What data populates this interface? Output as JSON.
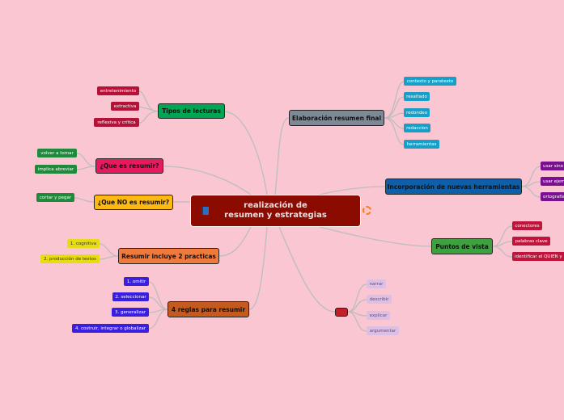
{
  "central": {
    "title": "realización de resumen y estrategias",
    "icon": "book-icon",
    "side_icon": "refresh-icon"
  },
  "branches": {
    "tipos": {
      "label": "Tipos de lecturas",
      "color": "#00a651",
      "children": [
        "entretenimiento",
        "extractiva",
        "reflexiva y crítica"
      ],
      "child_color": "#b5123a"
    },
    "que_es": {
      "label": "¿Que es resumir?",
      "color": "#e8195f",
      "children": [
        "volver a tomar",
        "implica abreviar"
      ],
      "child_color": "#1e8a3c"
    },
    "que_no": {
      "label": "¿Que NO es resumir?",
      "color": "#fdb913",
      "children": [
        "cortar y pegar"
      ],
      "child_color": "#1e8a3c"
    },
    "incluye": {
      "label": "Resumir incluye 2 practicas",
      "color": "#f07a3c",
      "children": [
        "1. cognitiva",
        "2. producción de textos"
      ],
      "child_color": "#e6dc14"
    },
    "reglas": {
      "label": "4 reglas para resumir",
      "color": "#c55a1e",
      "children": [
        "1. omitir",
        "2. seleccionar",
        "3. generalizar",
        "4. costruir, integrar o globalizar"
      ],
      "child_color": "#3a1fe0"
    },
    "elaboracion": {
      "label": "Elaboración resumen final",
      "color": "#7d8a96",
      "children": [
        "contexto y paratexto",
        "resaltado",
        "redondeo",
        "redaccion",
        "herramientas"
      ],
      "child_color": "#16a0c8"
    },
    "incorporacion": {
      "label": "Incorporación de nuevas herramientas",
      "color": "#0f5fa8",
      "children": [
        "usar sino",
        "usar ejem",
        "ortografía"
      ],
      "child_color": "#7a1090"
    },
    "puntos": {
      "label": "Puntos de vista",
      "color": "#3fa040",
      "children": [
        "conectores",
        "palabras clave",
        "identificar el QUIEN y"
      ],
      "child_color": "#c0143c"
    },
    "sin_titulo": {
      "label": "",
      "color": "#c0202a",
      "children": [
        "narrar",
        "describir",
        "explicar",
        "argumentar"
      ],
      "child_color": "#dcbfe4"
    }
  }
}
